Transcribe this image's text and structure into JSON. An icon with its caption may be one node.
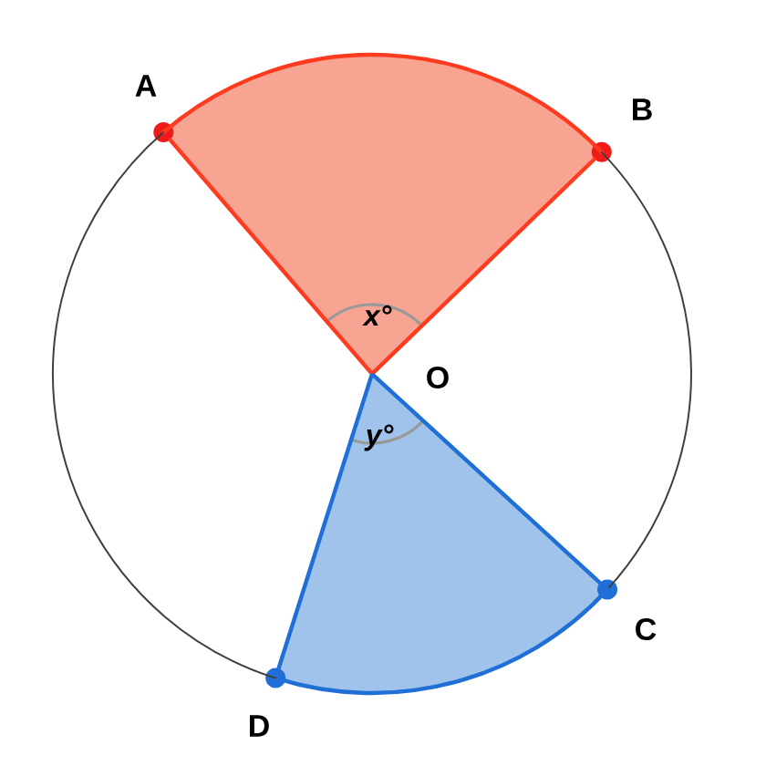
{
  "diagram": {
    "nodes": [
      {
        "text": [
          "A"
        ]
      },
      {
        "text": [
          "B"
        ]
      },
      {
        "text": [
          "O"
        ]
      },
      {
        "text": [
          "C"
        ]
      },
      {
        "text": [
          "D"
        ]
      }
    ],
    "edges": [
      {
        "from": 2,
        "to": 0,
        "arrow": "none",
        "color": "#ff3b1f"
      },
      {
        "from": 2,
        "to": 1,
        "arrow": "none",
        "color": "#ff3b1f"
      },
      {
        "from": 2,
        "to": 3,
        "arrow": "none",
        "color": "#1f6fd6"
      },
      {
        "from": 2,
        "to": 4,
        "arrow": "none",
        "color": "#1f6fd6"
      },
      {
        "from": 0,
        "to": 1,
        "arrow": "none",
        "color": "#ff3b1f"
      },
      {
        "from": 1,
        "to": 3,
        "arrow": "none",
        "color": "#404040"
      },
      {
        "from": 3,
        "to": 4,
        "arrow": "none",
        "color": "#1f6fd6"
      },
      {
        "from": 4,
        "to": 0,
        "arrow": "none",
        "color": "#404040"
      }
    ],
    "labels": [
      "x°",
      "y°"
    ]
  }
}
